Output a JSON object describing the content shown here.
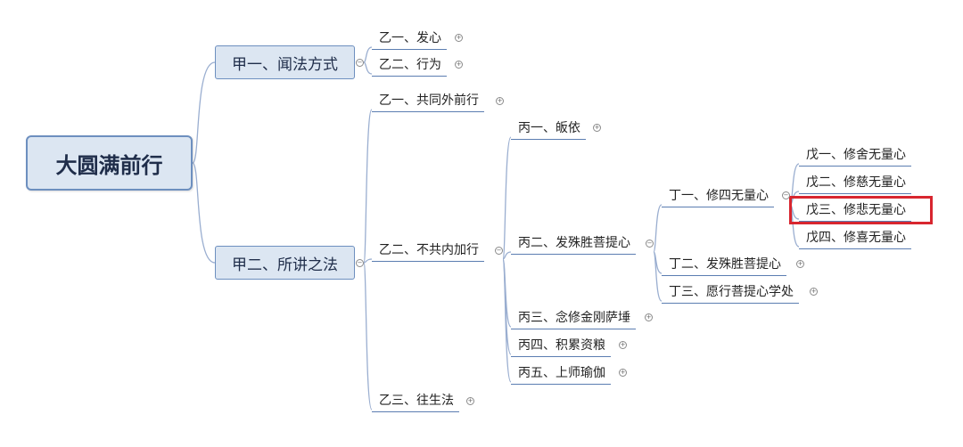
{
  "root": {
    "label": "大圆满前行"
  },
  "main_topics": [
    {
      "label": "甲一、闻法方式"
    },
    {
      "label": "甲二、所讲之法"
    }
  ],
  "topics": {
    "yi1a": "乙一、发心",
    "yi2a": "乙二、行为",
    "yi1b": "乙一、共同外前行",
    "yi2b": "乙二、不共内加行",
    "yi3b": "乙三、往生法",
    "bing1": "丙一、皈依",
    "bing2": "丙二、发殊胜菩提心",
    "bing3": "丙三、念修金刚萨埵",
    "bing4": "丙四、积累资粮",
    "bing5": "丙五、上师瑜伽",
    "ding1": "丁一、修四无量心",
    "ding2": "丁二、发殊胜菩提心",
    "ding3": "丁三、愿行菩提心学处",
    "wu1": "戊一、修舍无量心",
    "wu2": "戊二、修慈无量心",
    "wu3": "戊三、修悲无量心",
    "wu4": "戊四、修喜无量心"
  },
  "highlighted_topic": "wu3",
  "colors": {
    "branch_line": "#9aaed0",
    "underline": "#5b7db1",
    "node_fill": "#dce6f2",
    "node_border": "#6d8fbf",
    "highlight": "#d8262f"
  }
}
